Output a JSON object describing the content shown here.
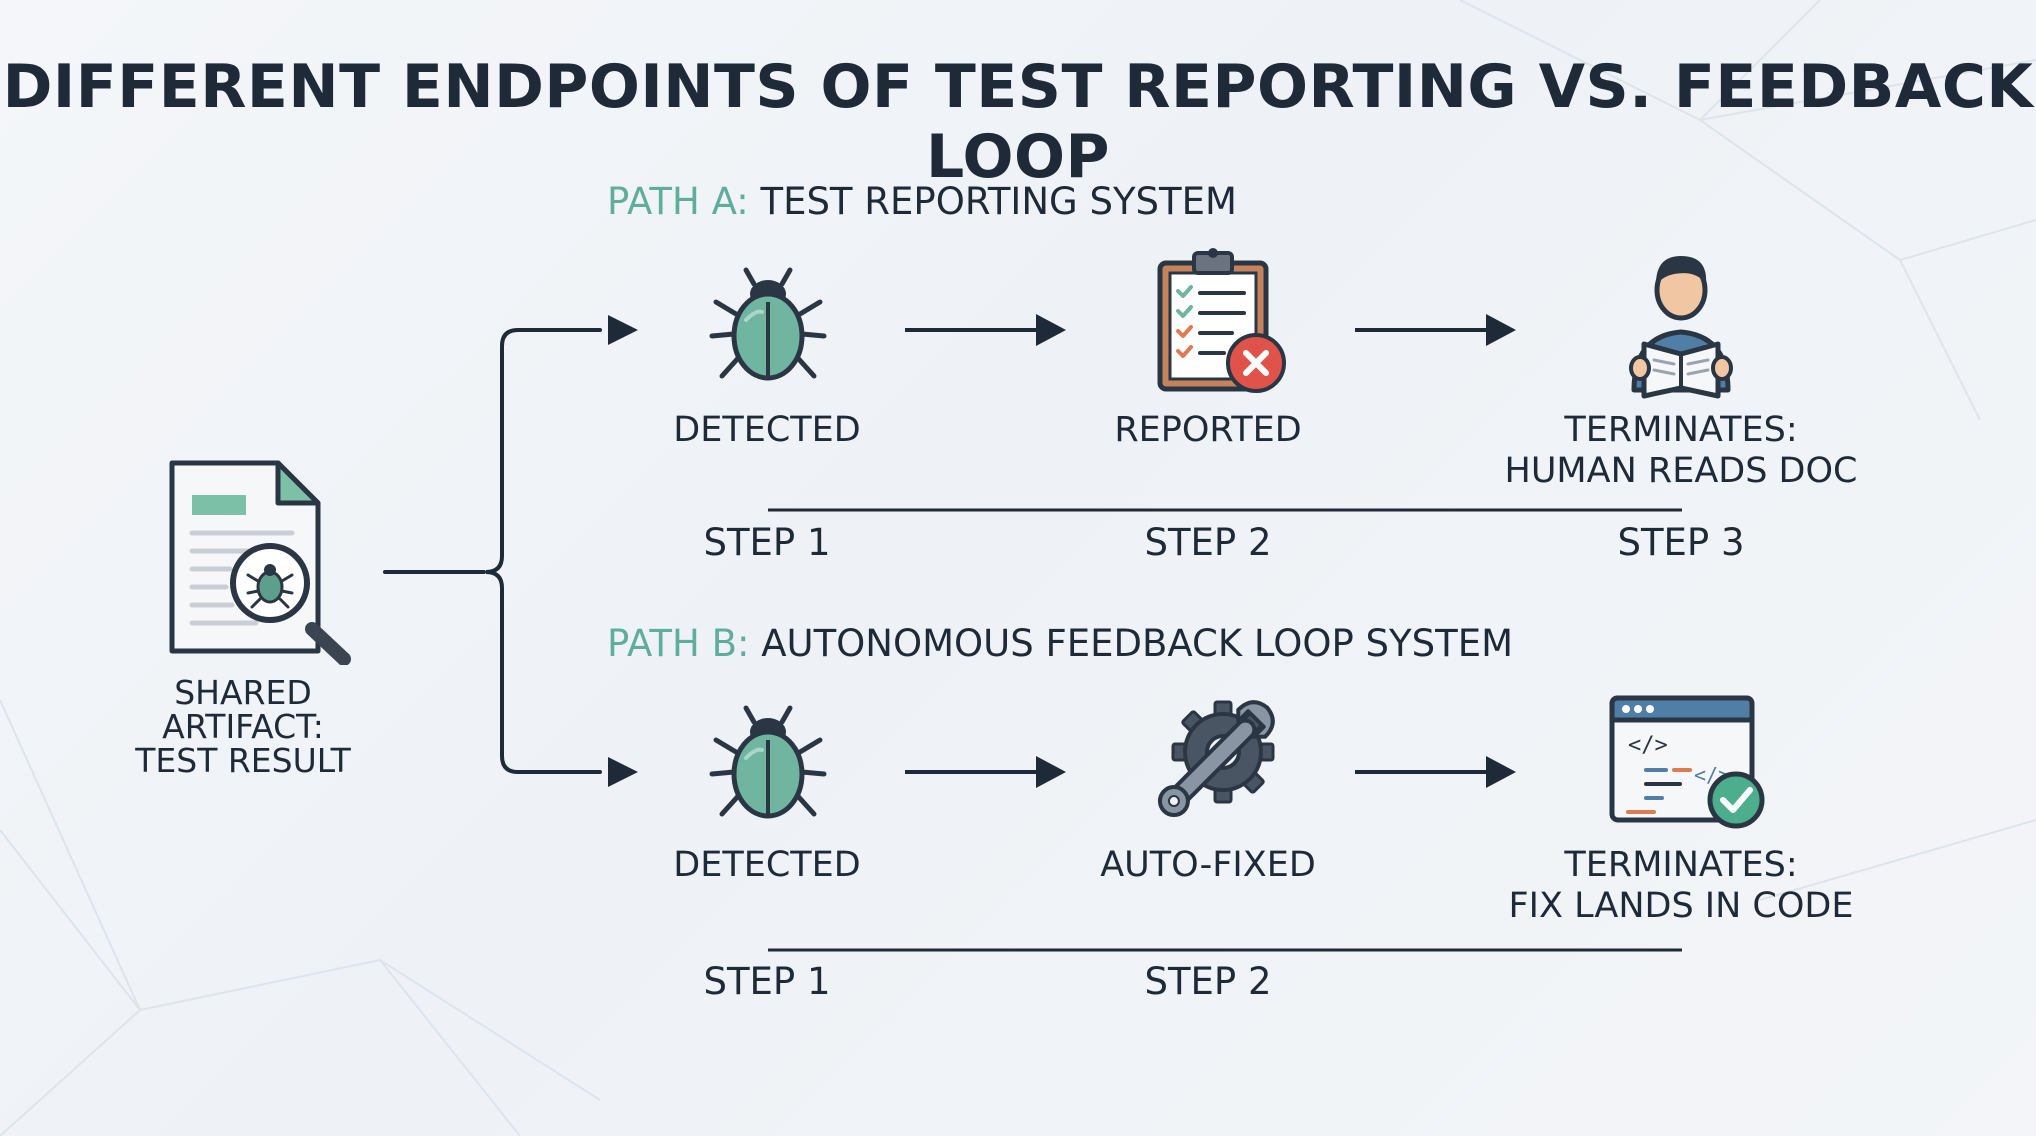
{
  "title": "DIFFERENT ENDPOINTS OF TEST REPORTING VS. FEEDBACK LOOP",
  "shared_artifact": {
    "line1": "SHARED",
    "line2": "ARTIFACT:",
    "line3": "TEST RESULT",
    "icon": "document-bug-magnifier-icon"
  },
  "path_a": {
    "prefix": "PATH A:",
    "title": "TEST REPORTING SYSTEM",
    "nodes": [
      {
        "label": "DETECTED",
        "icon": "bug-icon"
      },
      {
        "label": "REPORTED",
        "icon": "clipboard-error-icon"
      },
      {
        "label_line1": "TERMINATES:",
        "label_line2": "HUMAN READS DOC",
        "icon": "person-reading-icon"
      }
    ],
    "steps": [
      "STEP 1",
      "STEP 2",
      "STEP 3"
    ]
  },
  "path_b": {
    "prefix": "PATH B:",
    "title": "AUTONOMOUS FEEDBACK LOOP SYSTEM",
    "nodes": [
      {
        "label": "DETECTED",
        "icon": "bug-icon"
      },
      {
        "label": "AUTO-FIXED",
        "icon": "wrench-gear-icon"
      },
      {
        "label_line1": "TERMINATES:",
        "label_line2": "FIX LANDS IN CODE",
        "icon": "code-window-check-icon"
      }
    ],
    "steps": [
      "STEP 1",
      "STEP 2"
    ]
  },
  "colors": {
    "ink": "#1f2a38",
    "accent": "#5fae9c",
    "bug": "#6fb5a0",
    "error": "#e0534a",
    "check": "#4cae8c"
  }
}
